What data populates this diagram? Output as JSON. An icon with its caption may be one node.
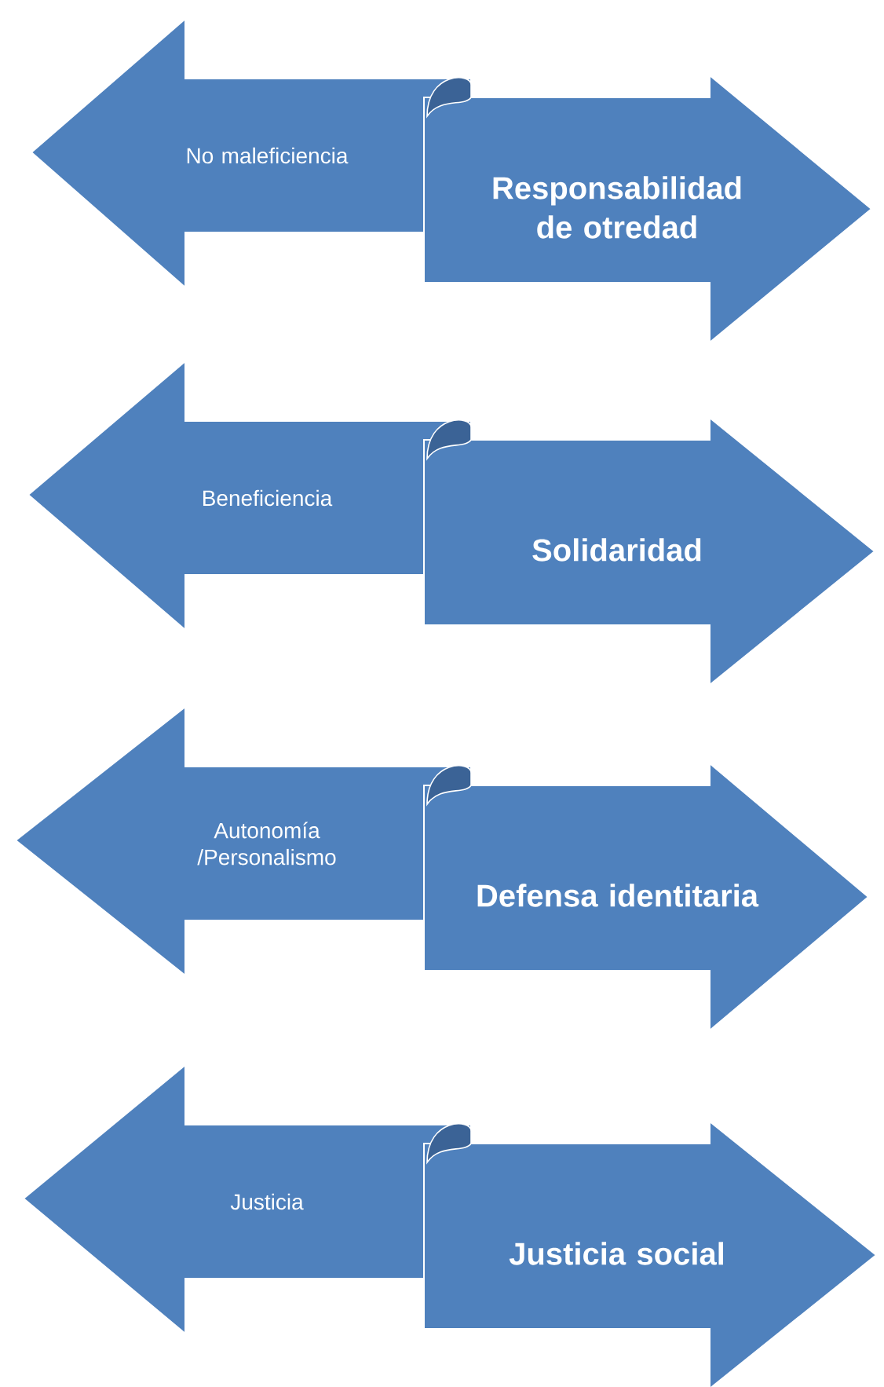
{
  "diagram": {
    "nodes": [
      {
        "text": [
          "No maleficiencia"
        ]
      },
      {
        "text": [
          "Responsabilidad de otredad"
        ]
      },
      {
        "text": [
          "Beneficiencia"
        ]
      },
      {
        "text": [
          "Solidaridad"
        ]
      },
      {
        "text": [
          "Autonomía /Personalismo"
        ]
      },
      {
        "text": [
          "Defensa identitaria"
        ]
      },
      {
        "text": [
          "Justicia"
        ]
      },
      {
        "text": [
          "Justicia social"
        ]
      }
    ]
  }
}
